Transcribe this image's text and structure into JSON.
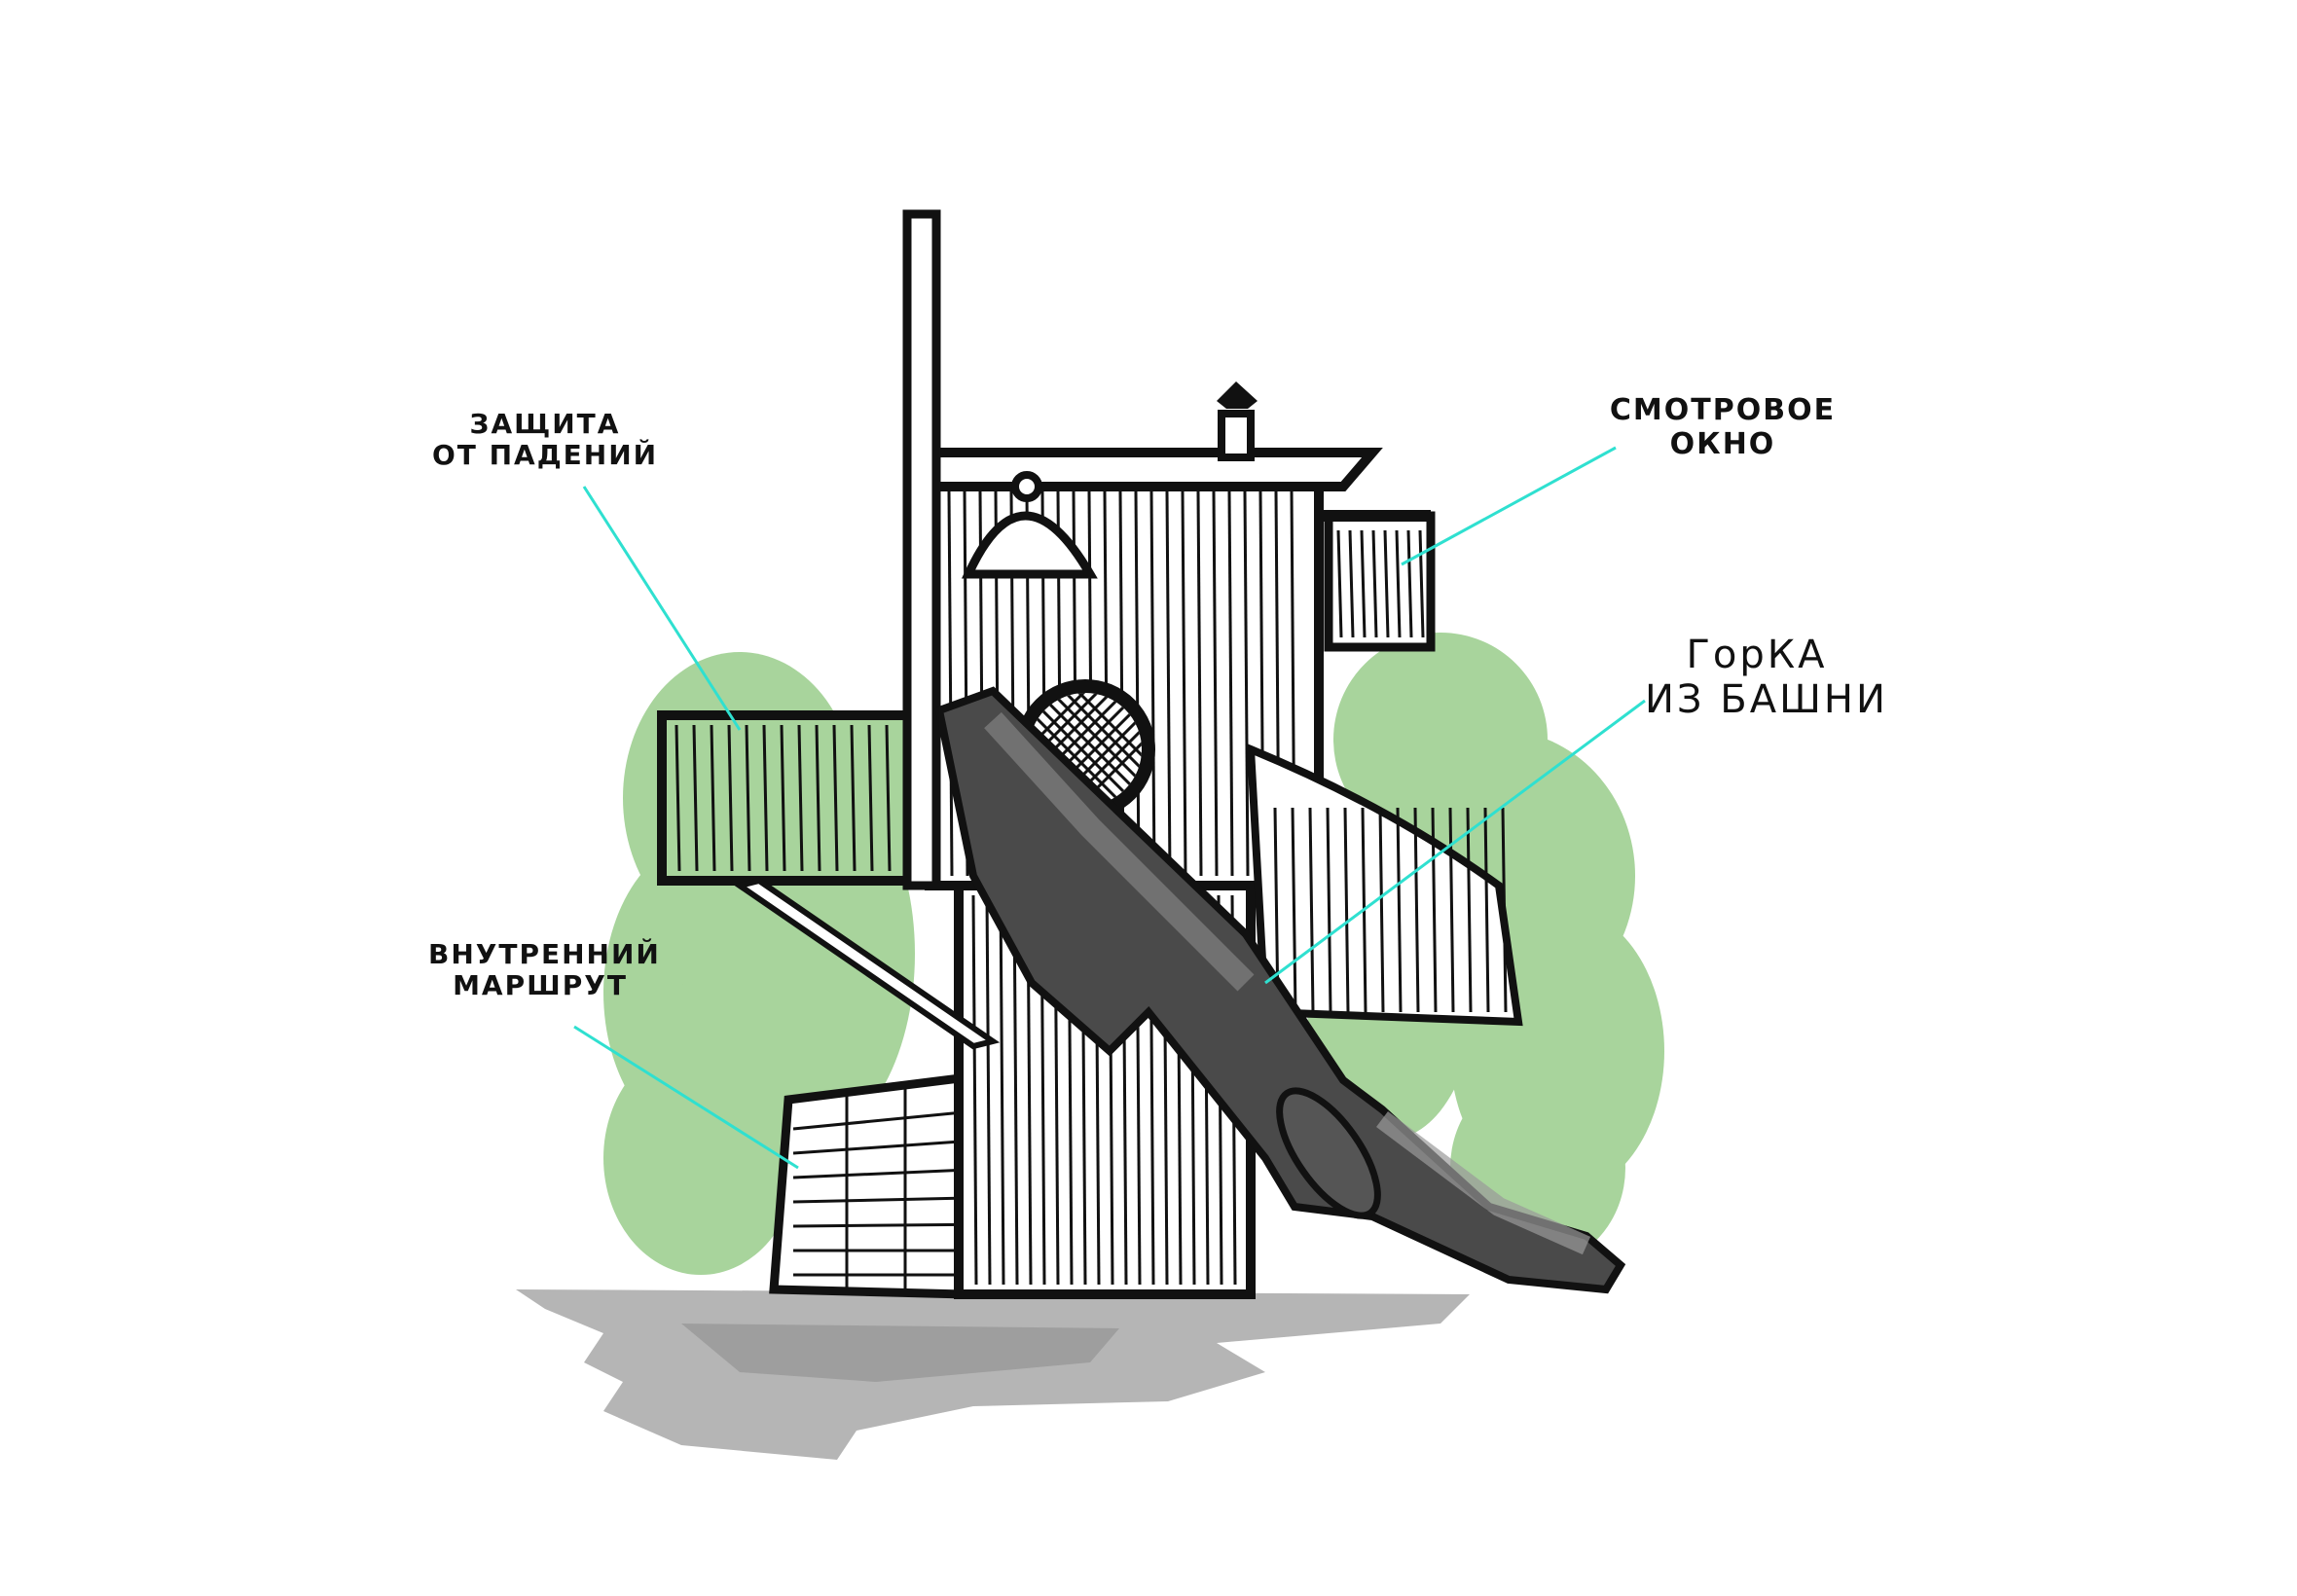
{
  "annotations": {
    "fall_protection": {
      "line1": "ЗАЩИТА",
      "line2": "ОТ ПАДЕНИЙ"
    },
    "viewing_window": {
      "line1": "СМОТРОВОЕ",
      "line2": "ОКНО"
    },
    "tower_slide": {
      "line1": "ГорКА",
      "line2": "ИЗ БАШНИ"
    },
    "inner_route": {
      "line1": "ВНУТРЕННИЙ",
      "line2": "МАРШРУТ"
    }
  },
  "colors": {
    "foliage": "#a8d49c",
    "leader_line": "#2fe0d0",
    "slide_dark": "#4a4a4a",
    "slide_mid": "#7a7a7a",
    "shadow": "#b5b5b5",
    "ink": "#111111"
  }
}
